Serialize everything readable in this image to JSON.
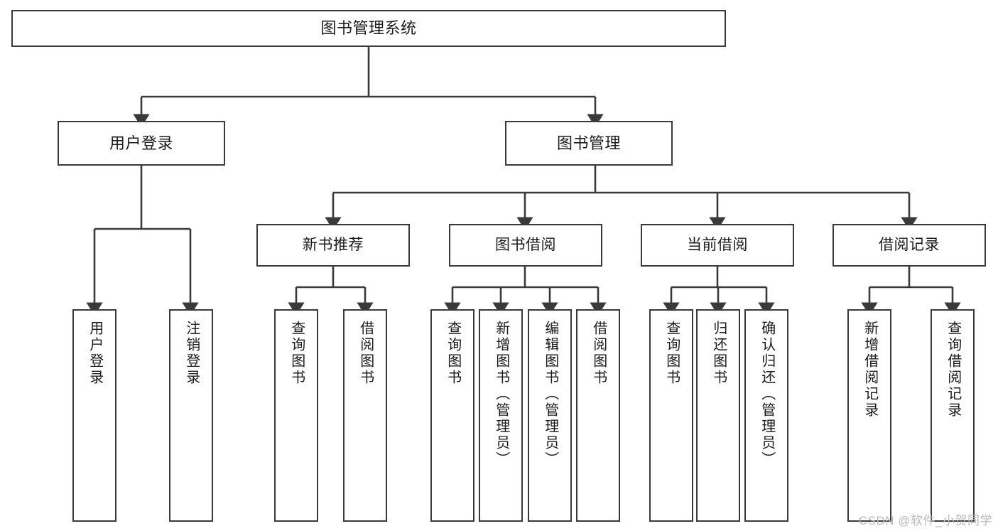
{
  "diagram": {
    "title": "图书管理系统",
    "type": "tree-hierarchy-chart",
    "line_color": "#3a3a3a",
    "box_fill": "#ffffff",
    "text_color": "#1b1b1b"
  },
  "root": {
    "label": "图书管理系统"
  },
  "level2": [
    {
      "label": "用户登录"
    },
    {
      "label": "图书管理"
    }
  ],
  "level3": [
    {
      "label": "新书推荐"
    },
    {
      "label": "图书借阅"
    },
    {
      "label": "当前借阅"
    },
    {
      "label": "借阅记录"
    }
  ],
  "leaves": {
    "user_login": [
      {
        "label": "用户登录"
      },
      {
        "label": "注销登录"
      }
    ],
    "new_book_recommend": [
      {
        "label": "查询图书"
      },
      {
        "label": "借阅图书"
      }
    ],
    "book_borrow": [
      {
        "label": "查询图书"
      },
      {
        "label": "新增图书（管理员）"
      },
      {
        "label": "编辑图书（管理员）"
      },
      {
        "label": "借阅图书"
      }
    ],
    "current_borrow": [
      {
        "label": "查询图书"
      },
      {
        "label": "归还图书"
      },
      {
        "label": "确认归还（管理员）"
      }
    ],
    "borrow_record": [
      {
        "label": "新增借阅记录"
      },
      {
        "label": "查询借阅记录"
      }
    ]
  },
  "watermark": {
    "text": "CSDN @软件_小贺同学"
  }
}
